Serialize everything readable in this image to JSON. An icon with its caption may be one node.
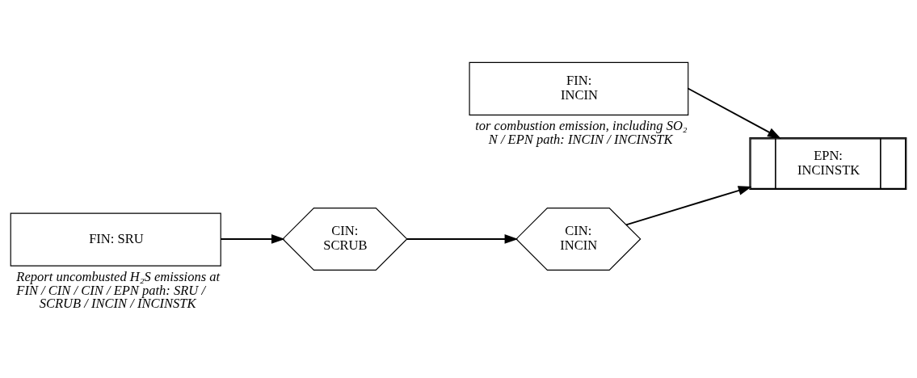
{
  "diagram": {
    "nodes": [
      {
        "text": [
          "FIN: INCIN"
        ],
        "beside": [
          "tor combustion emission, including SO₂ N / EPN path: INCIN / INCINSTK"
        ]
      },
      {
        "text": [
          "EPN: INCINSTK"
        ]
      },
      {
        "text": [
          "FIN: SRU"
        ],
        "beside": [
          "Report uncombusted H₂S emissions at FIN / CIN / CIN / EPN path: SRU / SCRUB / INCIN / INCINSTK"
        ]
      },
      {
        "text": [
          "CIN: SCRUB"
        ]
      },
      {
        "text": [
          "CIN: INCIN"
        ]
      }
    ],
    "edges": [
      {
        "from": 0,
        "to": 1,
        "arrow": "to"
      },
      {
        "from": 2,
        "to": 3,
        "arrow": "to"
      },
      {
        "from": 3,
        "to": 4,
        "arrow": "to"
      },
      {
        "from": 4,
        "to": 1,
        "arrow": "to"
      }
    ]
  }
}
